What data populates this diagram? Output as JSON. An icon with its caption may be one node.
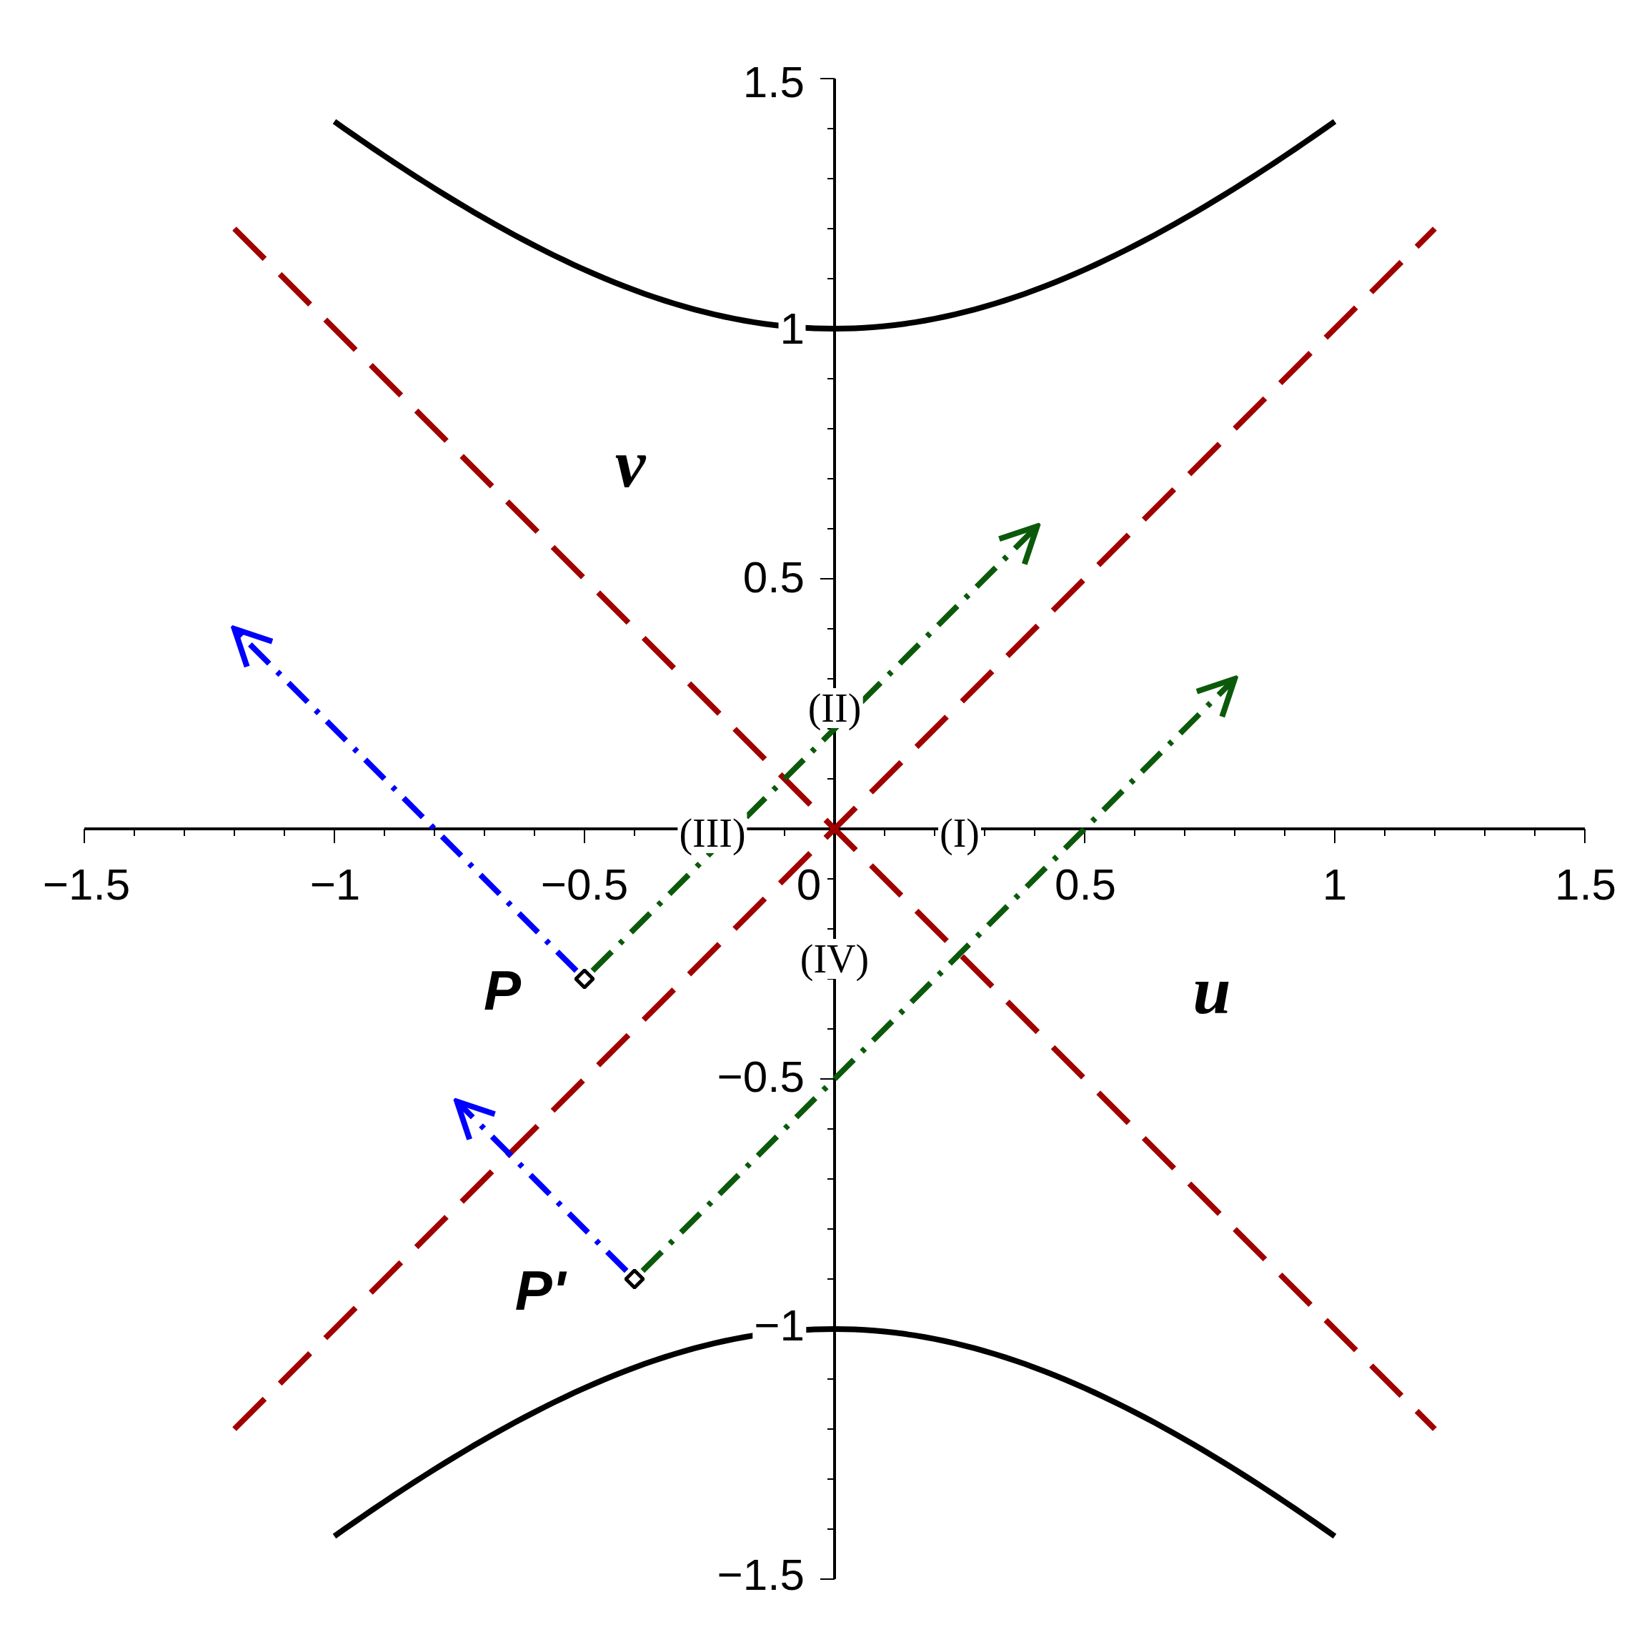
{
  "diagram": {
    "nodes": [
      {
        "text": [],
        "shape": "diamond",
        "beside": [
          "P"
        ]
      },
      {
        "text": [],
        "shape": "diamond",
        "beside": [
          "P'"
        ]
      }
    ],
    "edges": [
      {
        "from": 0,
        "to": null,
        "arrow": "to",
        "style": "dashed",
        "color": "#0b5a0b"
      },
      {
        "from": 0,
        "to": null,
        "arrow": "to",
        "style": "dashed",
        "color": "#0000ff"
      },
      {
        "from": 1,
        "to": null,
        "arrow": "to",
        "style": "dashed",
        "color": "#0b5a0b"
      },
      {
        "from": 1,
        "to": null,
        "arrow": "to",
        "style": "dashed",
        "color": "#0000ff"
      }
    ],
    "labels": [
      "1.5",
      "1",
      "v",
      "0.5",
      "(II)",
      "(III)",
      "(I)",
      "−1.5",
      "−1",
      "−0.5",
      "0",
      "0.5",
      "1",
      "1.5",
      "(IV)",
      "u",
      "−0.5",
      "−1",
      "−1.5"
    ]
  }
}
